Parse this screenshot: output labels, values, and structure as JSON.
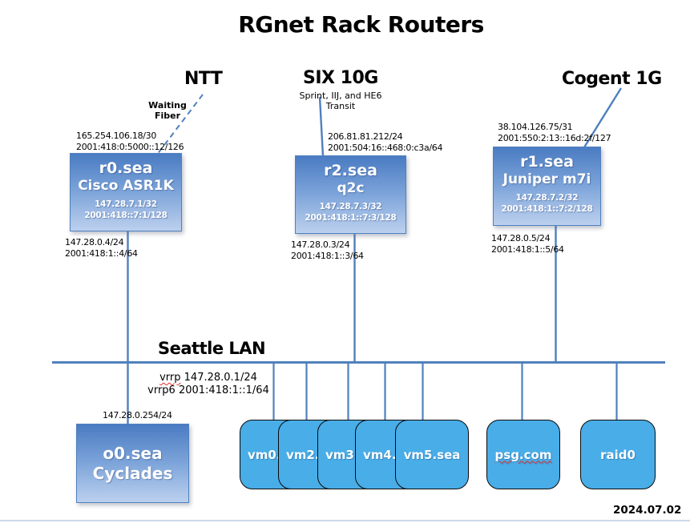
{
  "title": "RGnet Rack Routers",
  "date": "2024.07.02",
  "uplinks": {
    "ntt": {
      "label": "NTT",
      "note_line1": "Waiting",
      "note_line2": "Fiber"
    },
    "six": {
      "label": "SIX 10G",
      "note_line1": "Sprint, IIJ, and HE6",
      "note_line2": "Transit"
    },
    "cogent": {
      "label": "Cogent 1G"
    }
  },
  "routers": [
    {
      "name": "r0.sea",
      "model": "Cisco ASR1K",
      "uplink_ipv4": "165.254.106.18/30",
      "uplink_ipv6": "2001:418:0:5000::12/126",
      "loopback_ipv4": "147.28.7.1/32",
      "loopback_ipv6": "2001:418::7:1/128",
      "lan_ipv4": "147.28.0.4/24",
      "lan_ipv6": "2001:418:1::4/64"
    },
    {
      "name": "r2.sea",
      "model": "q2c",
      "uplink_ipv4": "206.81.81.212/24",
      "uplink_ipv6": "2001:504:16::468:0:c3a/64",
      "loopback_ipv4": "147.28.7.3/32",
      "loopback_ipv6": "2001:418:1::7:3/128",
      "lan_ipv4": "147.28.0.3/24",
      "lan_ipv6": "2001:418:1::3/64"
    },
    {
      "name": "r1.sea",
      "model": "Juniper m7i",
      "uplink_ipv4": "38.104.126.75/31",
      "uplink_ipv6": "2001:550:2:13::16d:2f/127",
      "loopback_ipv4": "147.28.7.2/32",
      "loopback_ipv6": "2001:418:1::7:2/128",
      "lan_ipv4": "147.28.0.5/24",
      "lan_ipv6": "2001:418:1::5/64"
    }
  ],
  "lan": {
    "label": "Seattle LAN",
    "vrrp_word": "vrrp",
    "vrrp_value": "147.28.0.1/24",
    "vrrp6_word": "vrrp6",
    "vrrp6_value": "2001:418:1::1/64"
  },
  "console": {
    "name": "o0.sea",
    "model": "Cyclades",
    "lan_ipv4": "147.28.0.254/24"
  },
  "hosts": [
    {
      "label": "vm0."
    },
    {
      "label": "vm2."
    },
    {
      "label": "vm3."
    },
    {
      "label": "vm4."
    },
    {
      "label": "vm5.sea"
    },
    {
      "label": "psg.com"
    },
    {
      "label": "raid0"
    }
  ],
  "colors": {
    "connector_blue": "#4f81bd",
    "router_gradient_top": "#4a7bc2",
    "router_gradient_bottom": "#bcd0ee",
    "host_fill": "#49ade8",
    "spellcheck_red": "#e03131"
  }
}
